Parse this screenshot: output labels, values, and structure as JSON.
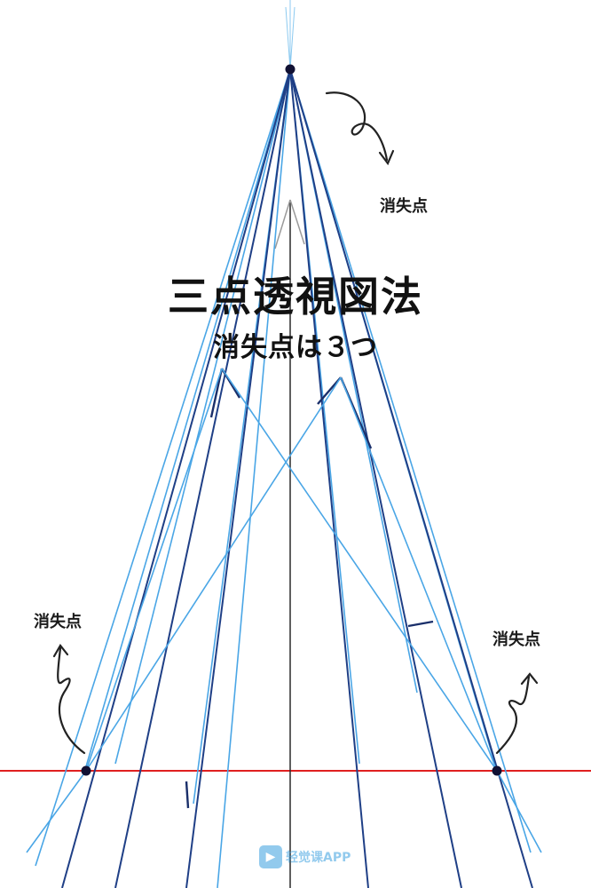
{
  "title": "三点透視図法",
  "subtitle": "消失点は３つ",
  "vanishing_point_labels": {
    "top": "消失点",
    "left": "消失点",
    "right": "消失点"
  },
  "watermark": {
    "icon": "play-icon",
    "text": "轻觉课APP"
  },
  "colors": {
    "horizon": "#e02020",
    "guide_light": "#4aa6e6",
    "guide_dark": "#1f3f86",
    "axis": "#2a2a2a",
    "vanishing_point": "#111133"
  }
}
